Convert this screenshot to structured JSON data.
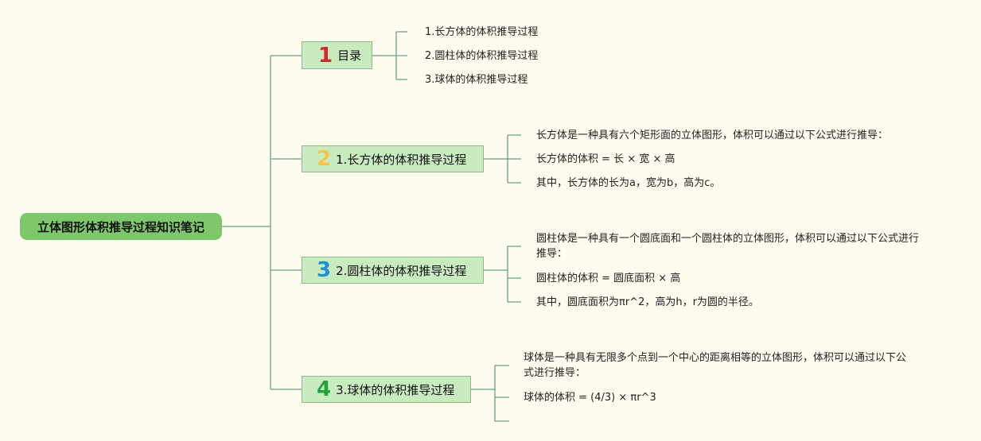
{
  "root": {
    "title": "立体图形体积推导过程知识笔记"
  },
  "branches": [
    {
      "num": "1",
      "num_color": "#d8262c",
      "label": "目录",
      "leaves": [
        "1.长方体的体积推导过程",
        "2.圆柱体的体积推导过程",
        "3.球体的体积推导过程"
      ]
    },
    {
      "num": "2",
      "num_color": "#f5c64a",
      "label": "1.长方体的体积推导过程",
      "leaves": [
        "长方体是一种具有六个矩形面的立体图形，体积可以通过以下公式进行推导：",
        "长方体的体积 = 长 × 宽 × 高",
        "其中，长方体的长为a，宽为b，高为c。"
      ]
    },
    {
      "num": "3",
      "num_color": "#1f8fd6",
      "label": "2.圆柱体的体积推导过程",
      "leaves": [
        "圆柱体是一种具有一个圆底面和一个圆柱体的立体图形，体积可以通过以下公式进行推导：",
        "圆柱体的体积 = 圆底面积 × 高",
        "其中，圆底面积为πr^2，高为h，r为圆的半径。"
      ]
    },
    {
      "num": "4",
      "num_color": "#22a33a",
      "label": "3.球体的体积推导过程",
      "leaves": [
        "球体是一种具有无限多个点到一个中心的距离相等的立体图形，体积可以通过以下公式进行推导：",
        "球体的体积 = (4/3) × πr^3",
        ""
      ]
    }
  ]
}
